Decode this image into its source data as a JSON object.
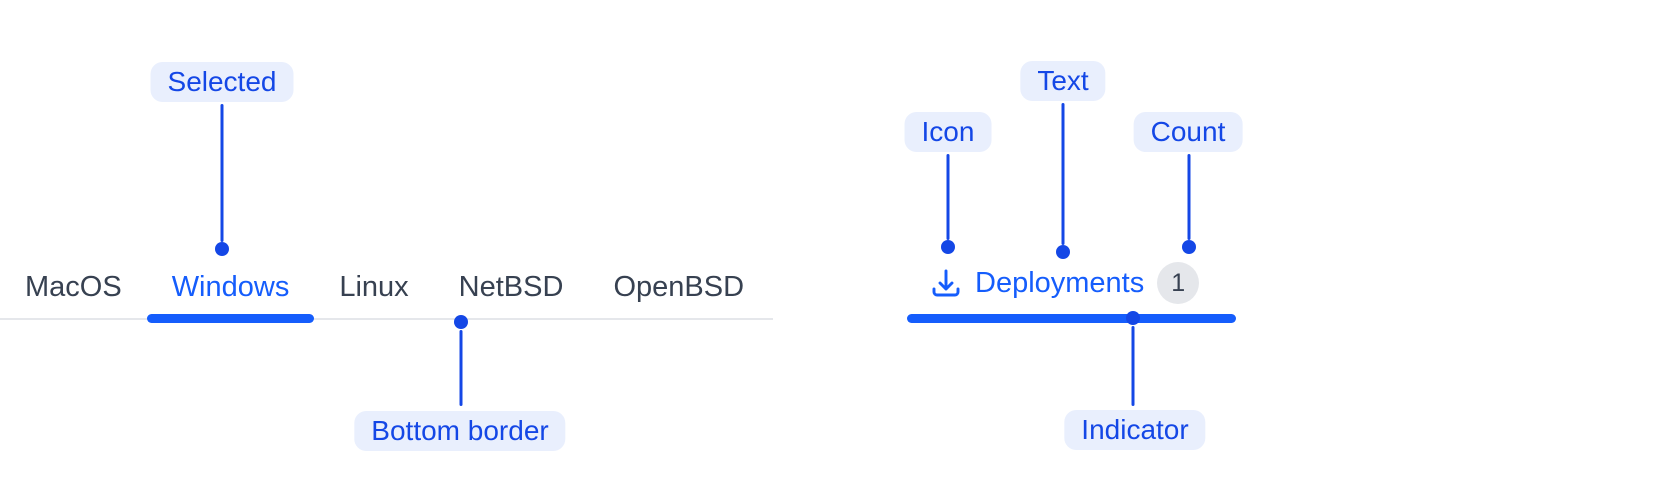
{
  "left_tabs": {
    "items": [
      {
        "label": "MacOS",
        "selected": false
      },
      {
        "label": "Windows",
        "selected": true
      },
      {
        "label": "Linux",
        "selected": false
      },
      {
        "label": "NetBSD",
        "selected": false
      },
      {
        "label": "OpenBSD",
        "selected": false
      }
    ],
    "selected_label": "Windows"
  },
  "right_tab": {
    "icon": "download-icon",
    "label": "Deployments",
    "count": "1"
  },
  "annotations": {
    "selected": "Selected",
    "bottom_border": "Bottom border",
    "icon": "Icon",
    "text": "Text",
    "count": "Count",
    "indicator": "Indicator"
  },
  "colors": {
    "accent_blue": "#155dfc",
    "annotation_blue": "#1447e6",
    "annotation_bg": "#e9effd",
    "inactive_tab_text": "#374151",
    "tablist_border": "#e5e7eb",
    "badge_bg": "#e5e7eb",
    "badge_text": "#374151"
  }
}
